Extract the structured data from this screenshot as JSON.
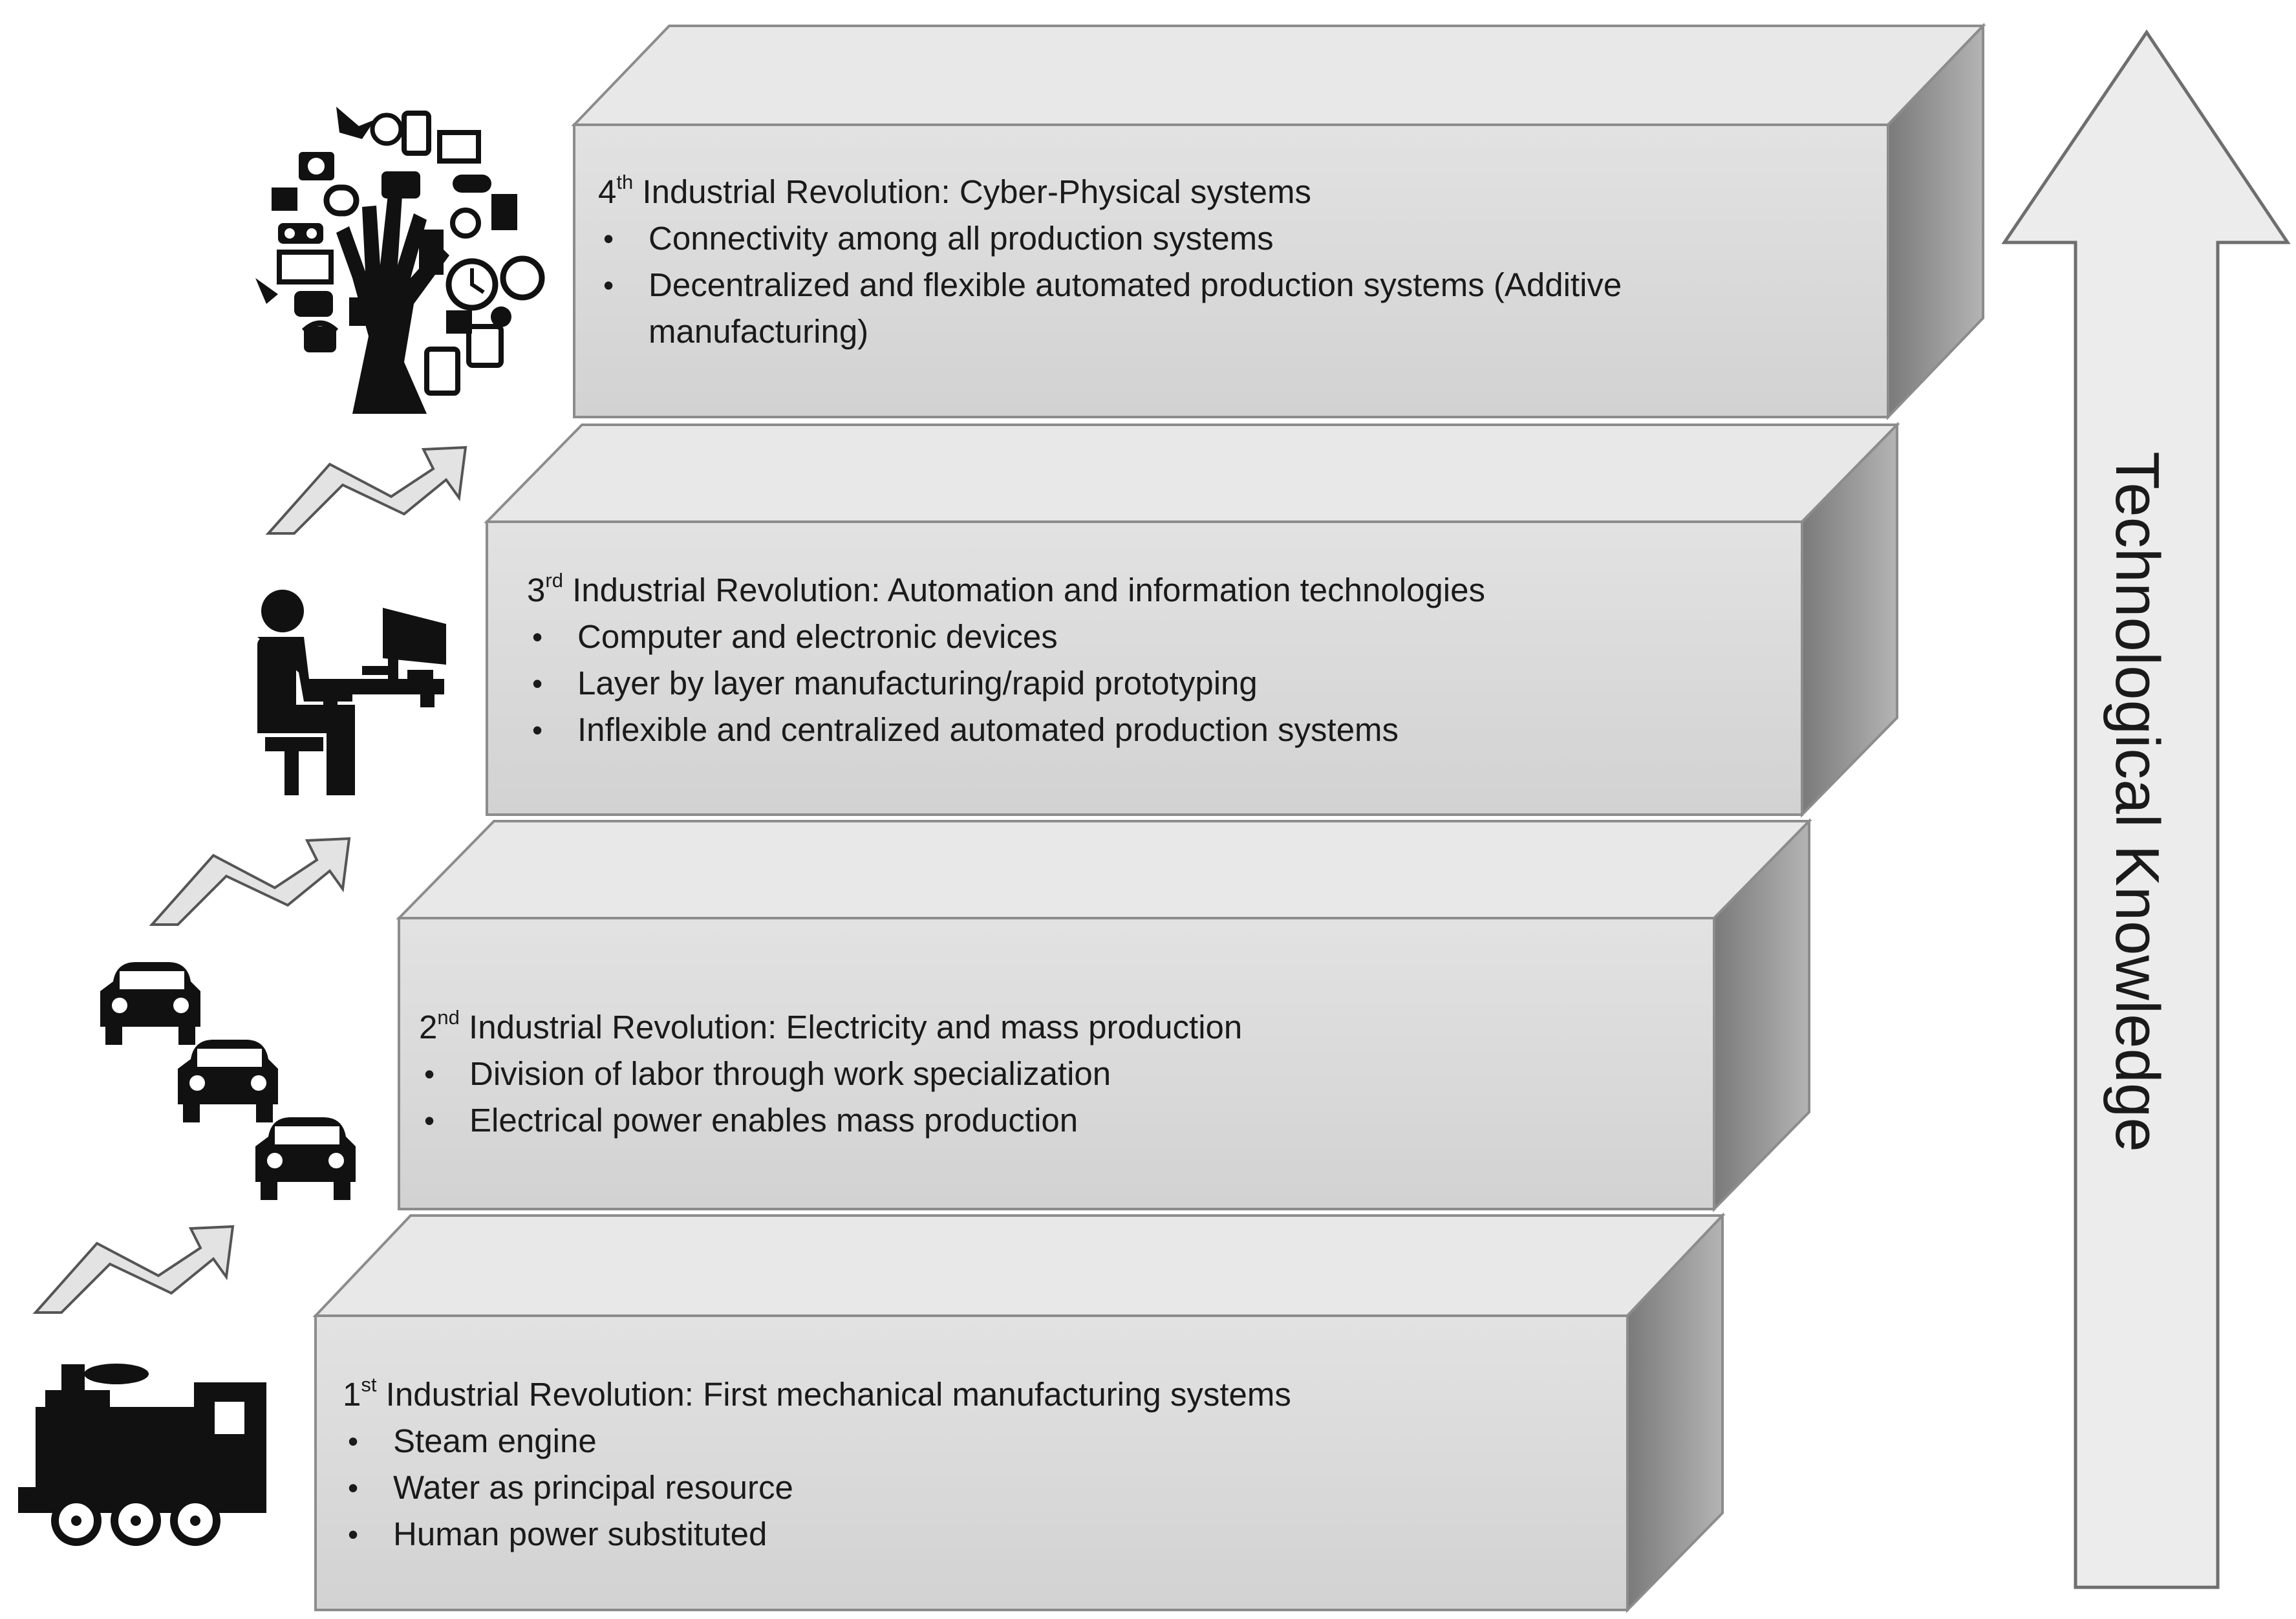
{
  "axis_label": "Technological Knowledge",
  "colors": {
    "front": "#d9d9d9",
    "top": "#e6e6e6",
    "side": "#9e9e9e",
    "edge": "#8a8a8a",
    "arrow_fill": "#ececec",
    "icon": "#111111"
  },
  "steps": [
    {
      "num": "1",
      "sup": "st",
      "title": "Industrial Revolution: First mechanical manufacturing systems",
      "bullets": [
        "Steam engine",
        "Water as principal resource",
        "Human power substituted"
      ],
      "icon": "steam-locomotive-icon"
    },
    {
      "num": "2",
      "sup": "nd",
      "title": "Industrial Revolution: Electricity and mass production",
      "bullets": [
        "Division of labor through work specialization",
        "Electrical power enables mass production"
      ],
      "icon": "cars-icon"
    },
    {
      "num": "3",
      "sup": "rd",
      "title": "Industrial Revolution: Automation and information technologies",
      "bullets": [
        "Computer and electronic devices",
        "Layer by layer manufacturing/rapid prototyping",
        "Inflexible and centralized automated production systems"
      ],
      "icon": "person-at-computer-icon"
    },
    {
      "num": "4",
      "sup": "th",
      "title": "Industrial Revolution: Cyber-Physical systems",
      "bullets": [
        "Connectivity among all production systems",
        "Decentralized and flexible automated production systems (Additive manufacturing)"
      ],
      "icon": "connected-devices-tree-icon"
    }
  ]
}
